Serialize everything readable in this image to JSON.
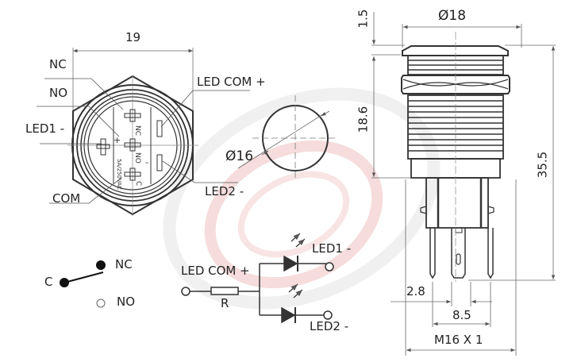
{
  "front_view": {
    "width_dim": "19",
    "labels": {
      "nc": "NC",
      "no": "NO",
      "led1": "LED1 -",
      "com": "COM",
      "led_com": "LED COM +",
      "led2": "LED2 -"
    },
    "terminal_marks": {
      "nc": "NC",
      "no": "NO",
      "c": "C",
      "rating": "5A/250VAC",
      "plus": "+",
      "minus": "-"
    }
  },
  "panel_cutout": {
    "diameter_label": "Ø16"
  },
  "side_view": {
    "head_diameter": "Ø18",
    "head_height": "1.5",
    "body_length": "18.6",
    "total_length": "35.5",
    "pin_width": "2.8",
    "pin_spacing": "8.5",
    "thread": "M16 X 1"
  },
  "switch_schematic": {
    "c": "C",
    "nc": "NC",
    "no": "NO"
  },
  "led_schematic": {
    "led_com": "LED COM +",
    "resistor": "R",
    "led1": "LED1 -",
    "led2": "LED2 -"
  },
  "colors": {
    "line": "#333333",
    "dim_line": "#666666",
    "watermark_red": "#f3d6d6",
    "watermark_gray": "#eeeeee"
  }
}
